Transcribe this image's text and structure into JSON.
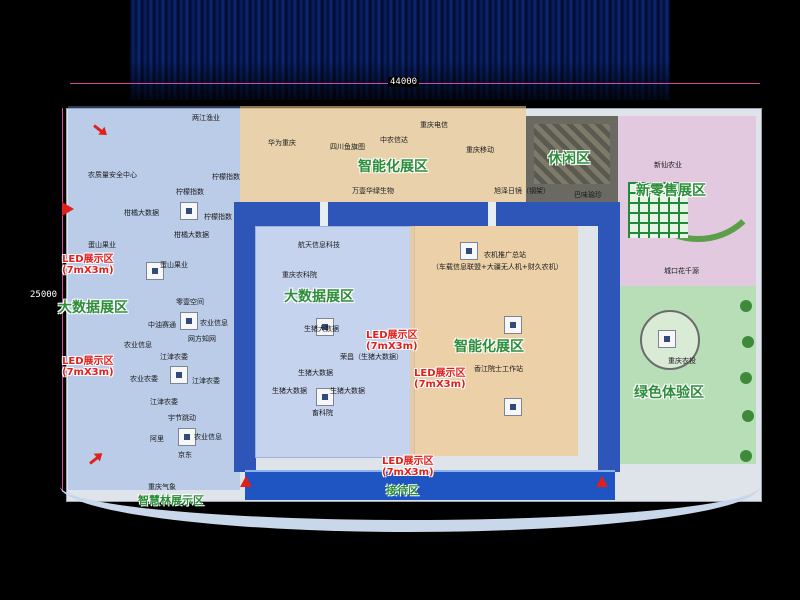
{
  "dimensions": {
    "width_label": "44000",
    "height_label": "25000"
  },
  "zones": {
    "big_data_left": "大数据展区",
    "big_data_center": "大数据展区",
    "smart_top": "智能化展区",
    "smart_center": "智能化展区",
    "leisure": "休闲区",
    "new_retail": "新零售展区",
    "green_experience": "绿色体验区",
    "press": "接待区",
    "smart_forest": "智慧林展示区"
  },
  "led_screens": {
    "left_top": [
      "LED展示区",
      "(7mX3m)"
    ],
    "left_bottom": [
      "LED展示区",
      "(7mX3m)"
    ],
    "center_a": [
      "LED展示区",
      "(7mX3m)"
    ],
    "center_b": [
      "LED展示区",
      "(7mX3m)"
    ],
    "bottom": [
      "LED展示区",
      "(7mX3m)"
    ]
  },
  "booths": {
    "liangjiang": "两江渔业",
    "agri_safety": "农质量安全中心",
    "ningmeng_index_1": "柠檬指数",
    "ningmeng_index_2": "柠檬指数",
    "ganju_bigdata": "柑橘大数据",
    "ningmeng_index_3": "柠檬指数",
    "ganju_bigdata_2": "柑橘大数据",
    "jiaoshan_fruit": "蛋山果业",
    "jiaoshan_fruit_2": "蛋山果业",
    "lingfei_space": "零壹空间",
    "zhongyou_saitong": "中油赛通",
    "agri_info_1": "农业信息",
    "wangfang_zhiwang": "网方知网",
    "agri_info_2": "农业信息",
    "jiangjin_agri_1": "江津农委",
    "agri_committee": "农业农委",
    "jiangjin_agri_2": "江津农委",
    "jiangjin_agri_3": "江津农委",
    "yuqie_tiaodong": "宇节跳动",
    "aliyun": "阿里",
    "agri_info_3": "农业信息",
    "jingdong": "京东",
    "chongqing_weather": "重庆气象",
    "huawei": "华为重庆",
    "sichuan_yuxiangtu": "四川鱼旗图",
    "zhongnong_xinda": "中农信达",
    "chongqing_telecom": "重庆电信",
    "chongqing_mobile": "重庆移动",
    "wanxin_bio": "万壹华绿生物",
    "xuze_rijing": "旭泽日镜（钢架）",
    "baweishanzhen": "巴味瑜珍",
    "aerospace_info": "航天信息科技",
    "agri_machine_station": "农机推广总站",
    "agri_machine_desc": "（车载信息联盟+大疆无人机+财久农机）",
    "chongqing_academy": "重庆农科院",
    "pig_bigdata_1": "生猪大数据",
    "rongchang": "荣昌（生猪大数据）",
    "xiangjiang_workstation": "香江院士工作站",
    "pig_bigdata_2": "生猪大数据",
    "pig_bigdata_3": "生猪大数据",
    "pig_bigdata_4": "生猪大数据",
    "livestock_academy": "畜科院",
    "xinxian_agri": "新仙农业",
    "chengkou_tea": "城口花千源",
    "chongqing_agrotourism": "重庆农投"
  }
}
